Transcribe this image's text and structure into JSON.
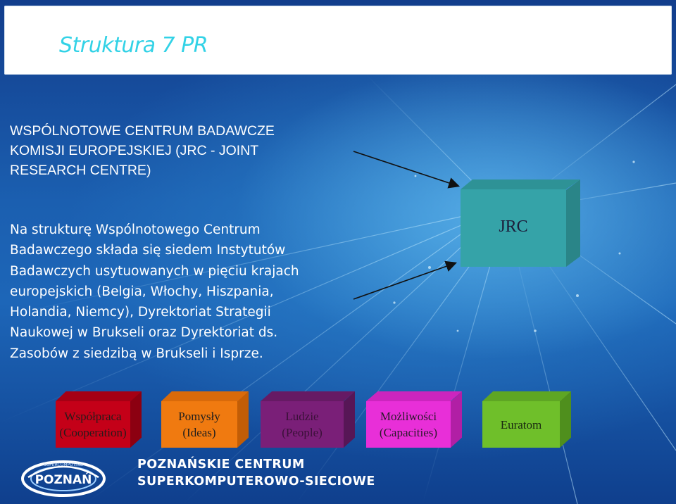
{
  "slide": {
    "title": "Struktura 7 PR",
    "heading_lines": [
      "WSPÓLNOTOWE CENTRUM BADAWCZE",
      "KOMISJI EUROPEJSKIEJ (JRC - JOINT",
      "RESEARCH CENTRE)"
    ],
    "body_lines": [
      "Na strukturę Wspólnotowego Centrum",
      "Badawczego składa się siedem Instytutów",
      "Badawczych usytuowanych w pięciu krajach",
      "europejskich (Belgia, Włochy, Hiszpania,",
      "Holandia, Niemcy), Dyrektoriat Strategii",
      "Naukowej w Brukseli oraz Dyrektoriat ds.",
      "Zasobów z siedzibą w Brukseli i Isprze."
    ],
    "jrc_label": "JRC"
  },
  "programmes": [
    {
      "line1": "Współpraca",
      "line2": "(Cooperation)",
      "front": "#c40018",
      "top": "#a50014",
      "side": "#8c0011",
      "text": "#2a1a1a"
    },
    {
      "line1": "Pomysły",
      "line2": "(Ideas)",
      "front": "#f07a10",
      "top": "#d96a0a",
      "side": "#c25d06",
      "text": "#1e1e1e"
    },
    {
      "line1": "Ludzie",
      "line2": "(People)",
      "front": "#7a1f78",
      "top": "#661a64",
      "side": "#571656",
      "text": "#3a1038"
    },
    {
      "line1": "Możliwości",
      "line2": "(Capacities)",
      "front": "#e82fd8",
      "top": "#cc25be",
      "side": "#b11fa5",
      "text": "#2a1a2a"
    },
    {
      "line1": "Euratom",
      "line2": "",
      "front": "#6fbf2a",
      "top": "#5ea623",
      "side": "#4f8f1d",
      "text": "#1a2a10"
    }
  ],
  "footer": {
    "logo_word": "POZNAŃ",
    "logo_arc_text": "SUPERCOMPUTING",
    "line1": "POZNAŃSKIE CENTRUM",
    "line2": "SUPERKOMPUTEROWO-SIECIOWE"
  }
}
